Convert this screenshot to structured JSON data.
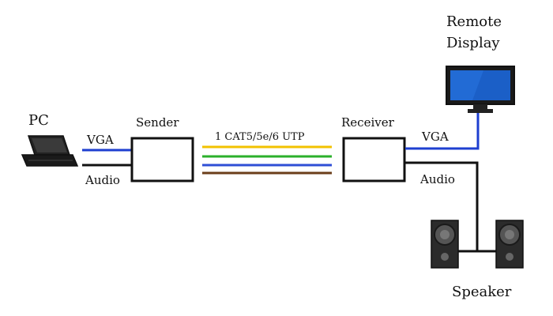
{
  "labels": {
    "pc": "PC",
    "sender": "Sender",
    "receiver": "Receiver",
    "cable": "1 CAT5/5e/6 UTP",
    "vga_left": "VGA",
    "audio_left": "Audio",
    "vga_right": "VGA",
    "audio_right": "Audio",
    "remote_display_line1": "Remote",
    "remote_display_line2": "Display",
    "speaker": "Speaker"
  },
  "colors": {
    "vga_line": "#1e3fd0",
    "audio_line": "#111111",
    "box_border": "#111111",
    "utp_yellow": "#f2c200",
    "utp_green": "#2bb02b",
    "utp_blue": "#2f4fd6",
    "utp_brown": "#6b3e1a",
    "monitor_screen": "#1b5fc7",
    "laptop_body": "#1a1a1a",
    "speaker_body": "#2b2b2b"
  },
  "icons": {
    "pc": "laptop-icon",
    "display": "monitor-icon",
    "speakers": "speaker-icon"
  }
}
